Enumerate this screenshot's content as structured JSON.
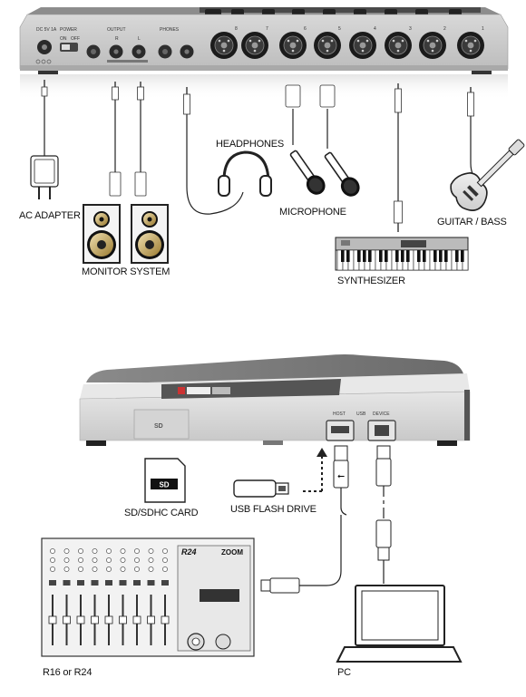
{
  "labels": {
    "ac_adapter": "AC ADAPTER",
    "monitor_system": "MONITOR SYSTEM",
    "headphones": "HEADPHONES",
    "microphone": "MICROPHONE",
    "guitar_bass": "GUITAR / BASS",
    "synthesizer": "SYNTHESIZER",
    "sd_card": "SD/SDHC CARD",
    "usb_flash_drive": "USB FLASH DRIVE",
    "r16_r24": "R16 or R24",
    "pc": "PC"
  },
  "panel": {
    "dc": "DC 5V 1A",
    "power": "POWER",
    "on": "ON",
    "off": "OFF",
    "output": "OUTPUT",
    "phones": "PHONES",
    "r": "R",
    "l": "L"
  },
  "side": {
    "host": "HOST",
    "usb": "USB",
    "device": "DEVICE",
    "sd_logo": "SD"
  },
  "r24": {
    "model": "R24",
    "brand": "ZOOM"
  },
  "inputs": [
    "8",
    "7",
    "6",
    "5",
    "4",
    "3",
    "2",
    "1"
  ]
}
